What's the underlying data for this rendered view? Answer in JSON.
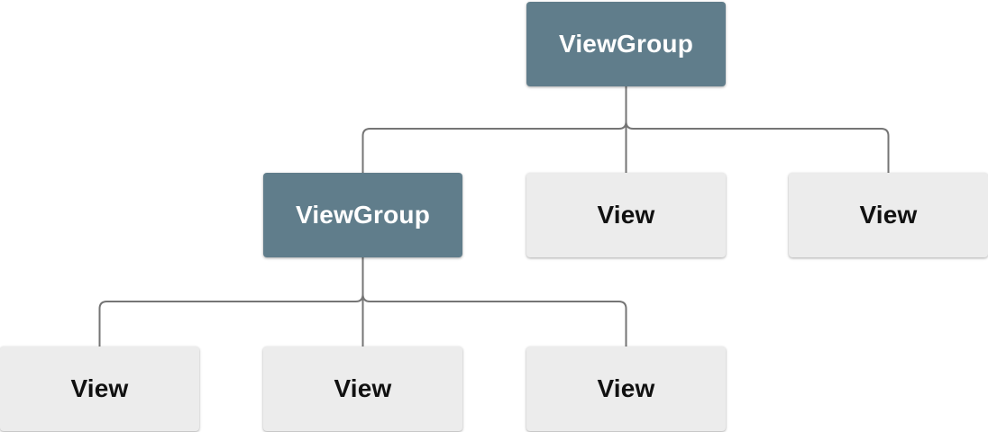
{
  "diagram": {
    "type": "tree",
    "description_kind": "view-hierarchy",
    "nodes": {
      "root": {
        "label": "ViewGroup",
        "kind": "viewgroup"
      },
      "child_left": {
        "label": "ViewGroup",
        "kind": "viewgroup"
      },
      "child_mid": {
        "label": "View",
        "kind": "view"
      },
      "child_right": {
        "label": "View",
        "kind": "view"
      },
      "grandchild_left": {
        "label": "View",
        "kind": "view"
      },
      "grandchild_mid": {
        "label": "View",
        "kind": "view"
      },
      "grandchild_right": {
        "label": "View",
        "kind": "view"
      }
    },
    "edges": [
      {
        "from": "root",
        "to": "child_left"
      },
      {
        "from": "root",
        "to": "child_mid"
      },
      {
        "from": "root",
        "to": "child_right"
      },
      {
        "from": "child_left",
        "to": "grandchild_left"
      },
      {
        "from": "child_left",
        "to": "grandchild_mid"
      },
      {
        "from": "child_left",
        "to": "grandchild_right"
      }
    ],
    "colors": {
      "viewgroup_fill": "#607d8b",
      "viewgroup_text": "#ffffff",
      "view_fill": "#ececec",
      "view_text": "#111111",
      "connector": "#757575",
      "background": "#ffffff"
    }
  }
}
